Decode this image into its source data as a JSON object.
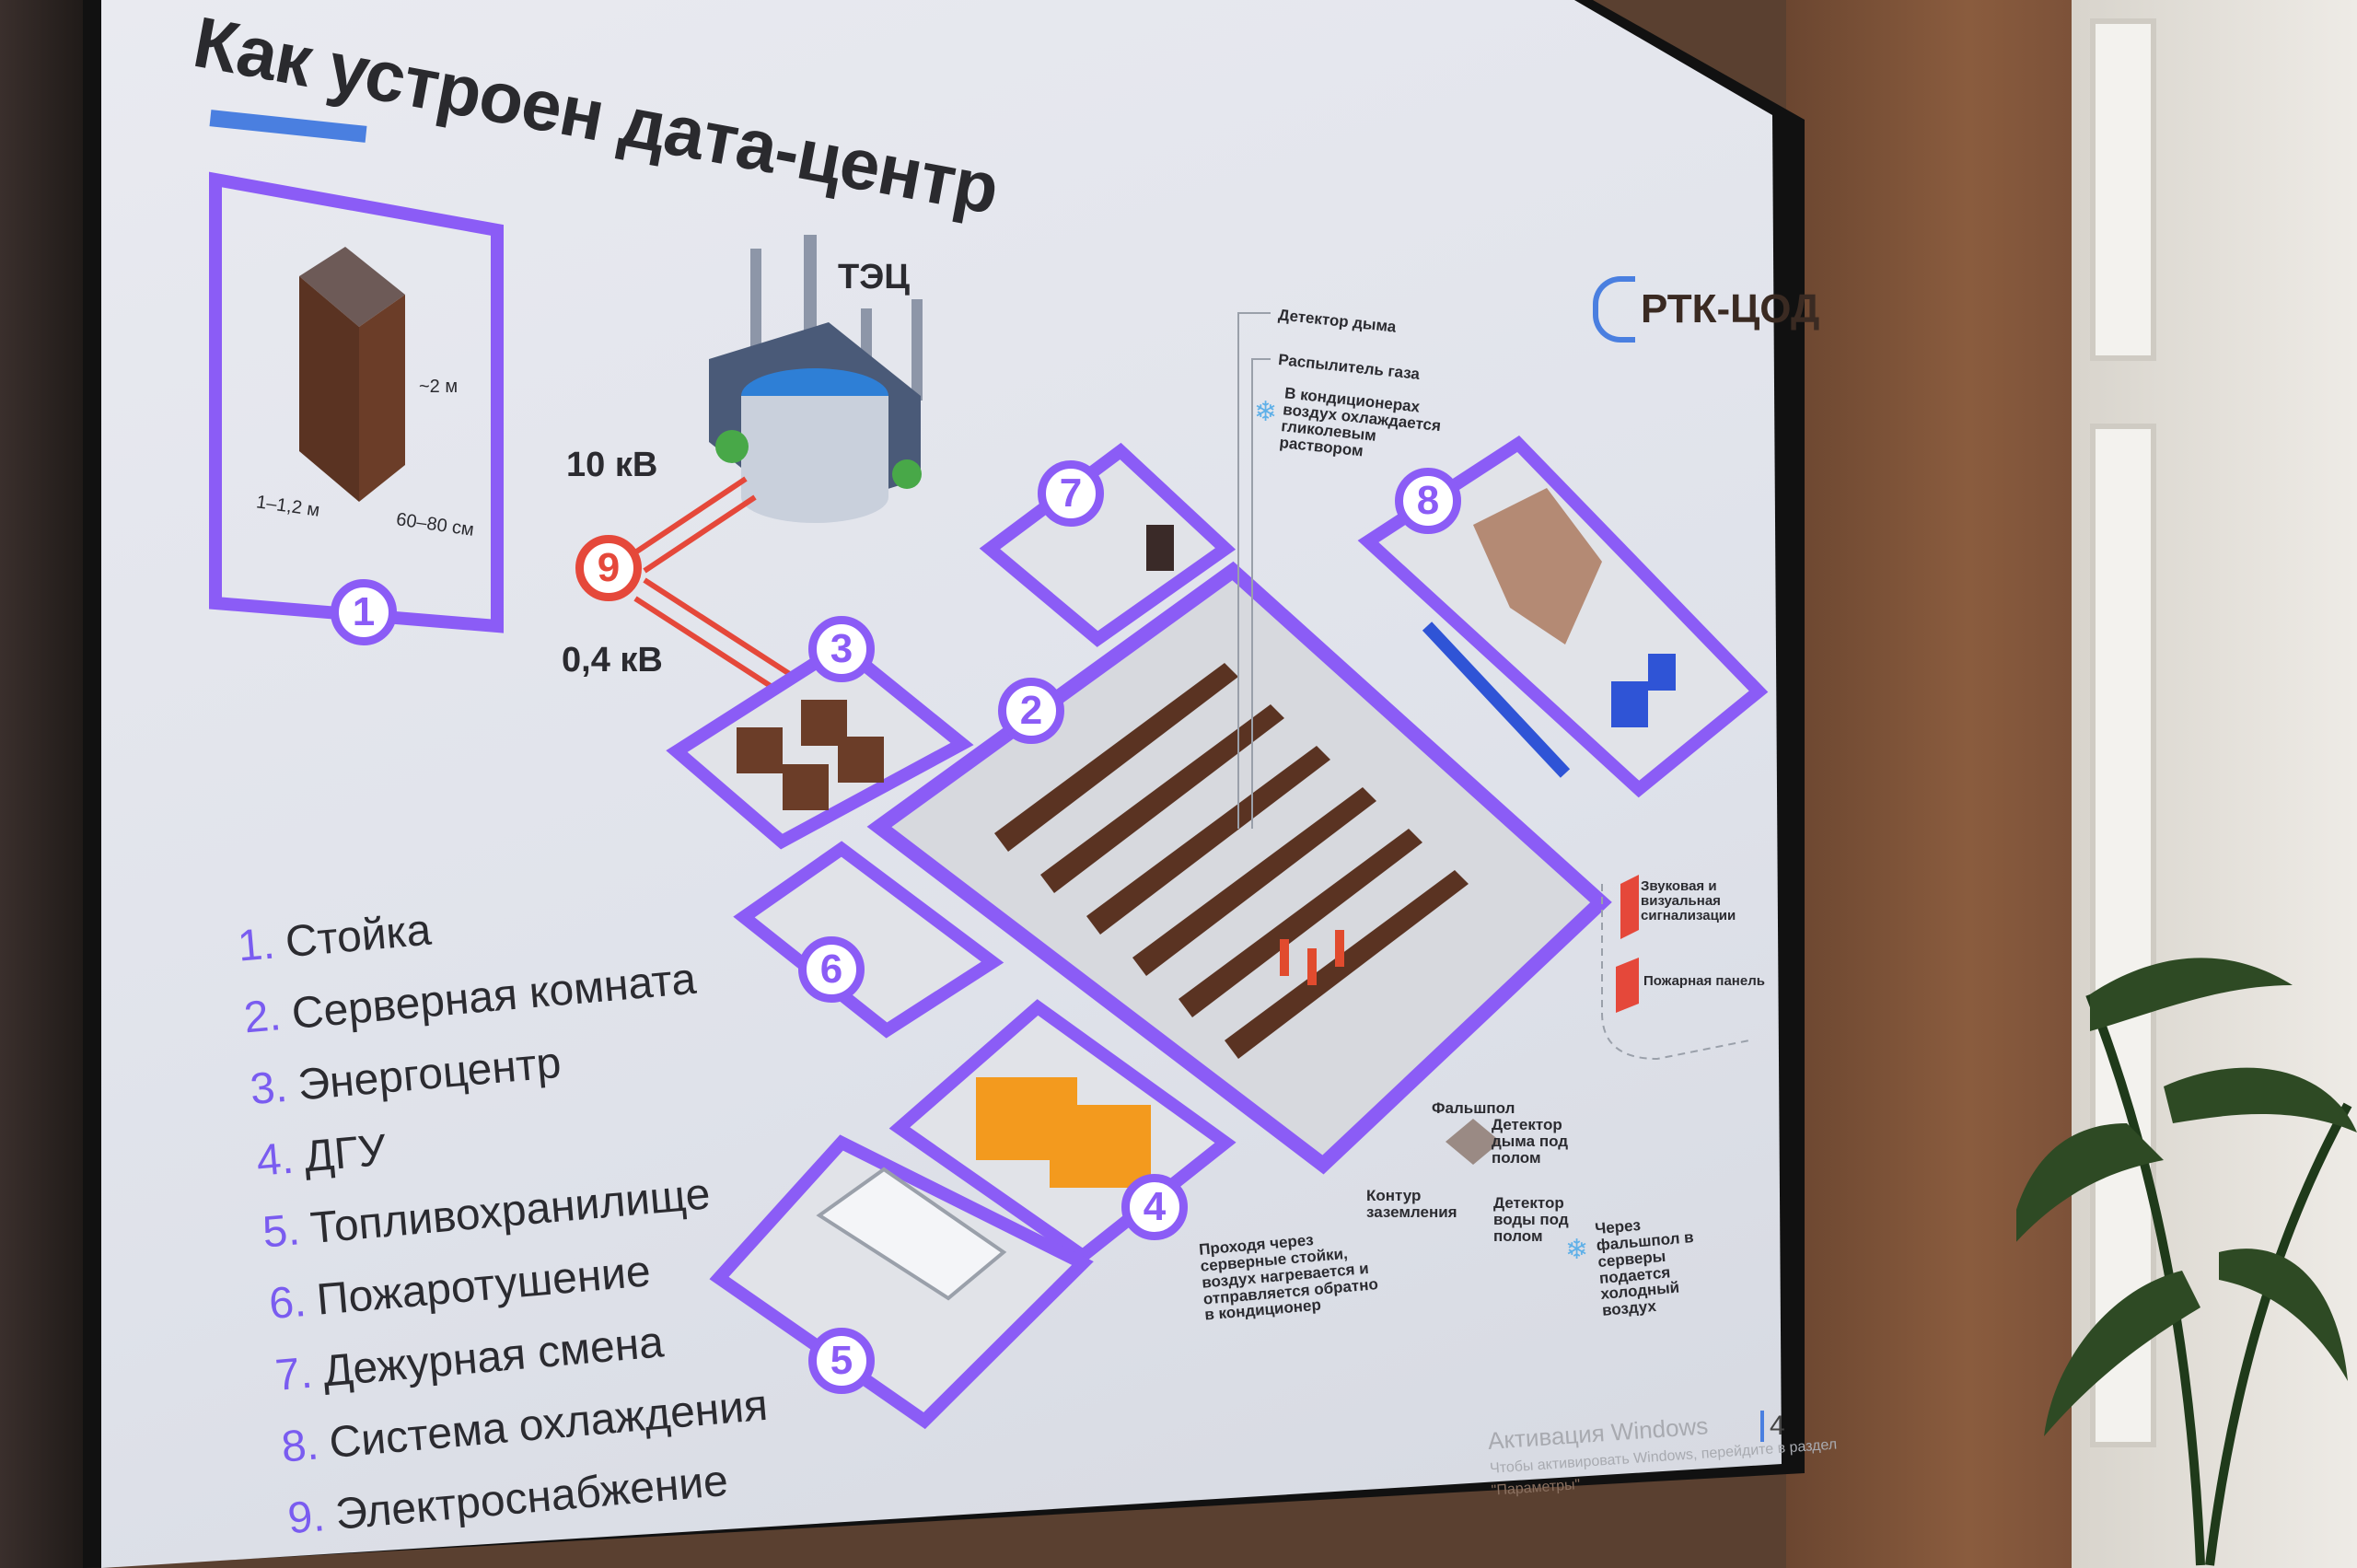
{
  "slide": {
    "title": "Как устроен дата-центр",
    "logo_text": "РТК-ЦОД",
    "page_number": "4",
    "legend": [
      {
        "num": "1.",
        "label": "Стойка"
      },
      {
        "num": "2.",
        "label": "Серверная комната"
      },
      {
        "num": "3.",
        "label": "Энергоцентр"
      },
      {
        "num": "4.",
        "label": "ДГУ"
      },
      {
        "num": "5.",
        "label": "Топливохранилище"
      },
      {
        "num": "6.",
        "label": "Пожаротушение"
      },
      {
        "num": "7.",
        "label": "Дежурная смена"
      },
      {
        "num": "8.",
        "label": "Система охлаждения"
      },
      {
        "num": "9.",
        "label": "Электроснабжение"
      }
    ],
    "rack": {
      "height": "~2 м",
      "depth": "1–1,2 м",
      "width": "60–80 см"
    },
    "power": {
      "plant": "ТЭЦ",
      "high_voltage": "10 кВ",
      "low_voltage": "0,4 кВ"
    },
    "markers": [
      "1",
      "2",
      "3",
      "4",
      "5",
      "6",
      "7",
      "8",
      "9"
    ],
    "annotations": {
      "smoke_detector": "Детектор дыма",
      "gas_sprayer": "Распылитель газа",
      "glycol_cooling": "В кондиционерах воздух охлаждается гликолевым раствором",
      "alarm": "Звуковая и визуальная сигнализации",
      "fire_panel": "Пожарная панель",
      "raised_floor": "Фальшпол",
      "smoke_under_floor": "Детектор дыма под полом",
      "grounding": "Контур заземления",
      "water_under_floor": "Детектор воды под полом",
      "hot_air": "Проходя через серверные стойки, воздух нагревается и отправляется обратно в кондиционер",
      "cold_air": "Через фальшпол в серверы подается холодный воздух"
    },
    "windows_activation": {
      "title": "Активация Windows",
      "text": "Чтобы активировать Windows, перейдите в раздел",
      "text2": "\"Параметры\""
    }
  },
  "colors": {
    "accent": "#8b5cf6",
    "power": "#e5483a",
    "underline": "#4a7fe0"
  }
}
